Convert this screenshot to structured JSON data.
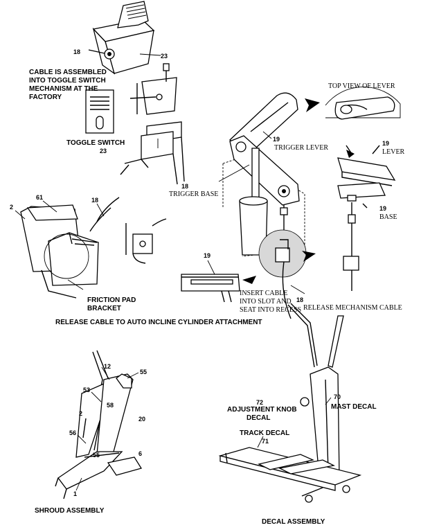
{
  "captions": {
    "cable_note": [
      "CABLE IS ASSEMBLED",
      "INTO TOGGLE SWITCH",
      "MECHANISM AT THE",
      "FACTORY"
    ],
    "toggle_switch": "TOGGLE SWITCH",
    "top_view": "TOP VIEW OF LEVER",
    "trigger_lever": "TRIGGER LEVER",
    "trigger_base": "TRIGGER BASE",
    "lever": "LEVER",
    "base": "BASE",
    "friction_pad": [
      "FRICTION PAD",
      "BRACKET"
    ],
    "insert_cable": [
      "INSERT CABLE",
      "INTO SLOT AND",
      "SEAT INTO RECESS"
    ],
    "release_mech": "RELEASE MECHANISM CABLE",
    "section_title": "RELEASE CABLE TO AUTO INCLINE CYLINDER ATTACHMENT",
    "adjustment_knob": [
      "ADJUSTMENT KNOB",
      "DECAL"
    ],
    "mast_decal": "MAST DECAL",
    "track_decal": "TRACK DECAL",
    "shroud_assembly": "SHROUD ASSEMBLY",
    "decal_assembly": "DECAL ASSEMBLY"
  },
  "part_numbers": {
    "p18_cable": "18",
    "p23_box": "23",
    "p23_switch": "23",
    "p19_trigger_lever": "19",
    "p18_trigger_base": "18",
    "p19_lever": "19",
    "p19_base": "19",
    "p61": "61",
    "p2_bracket": "2",
    "p18_bracket": "18",
    "p19_slot": "19",
    "p18_release": "18",
    "p12": "12",
    "p55_top": "55",
    "p53": "53",
    "p58": "58",
    "p2_shroud": "2",
    "p20": "20",
    "p56": "56",
    "p55_bottom": "55",
    "p6": "6",
    "p1": "1",
    "p72": "72",
    "p70": "70",
    "p71": "71"
  }
}
